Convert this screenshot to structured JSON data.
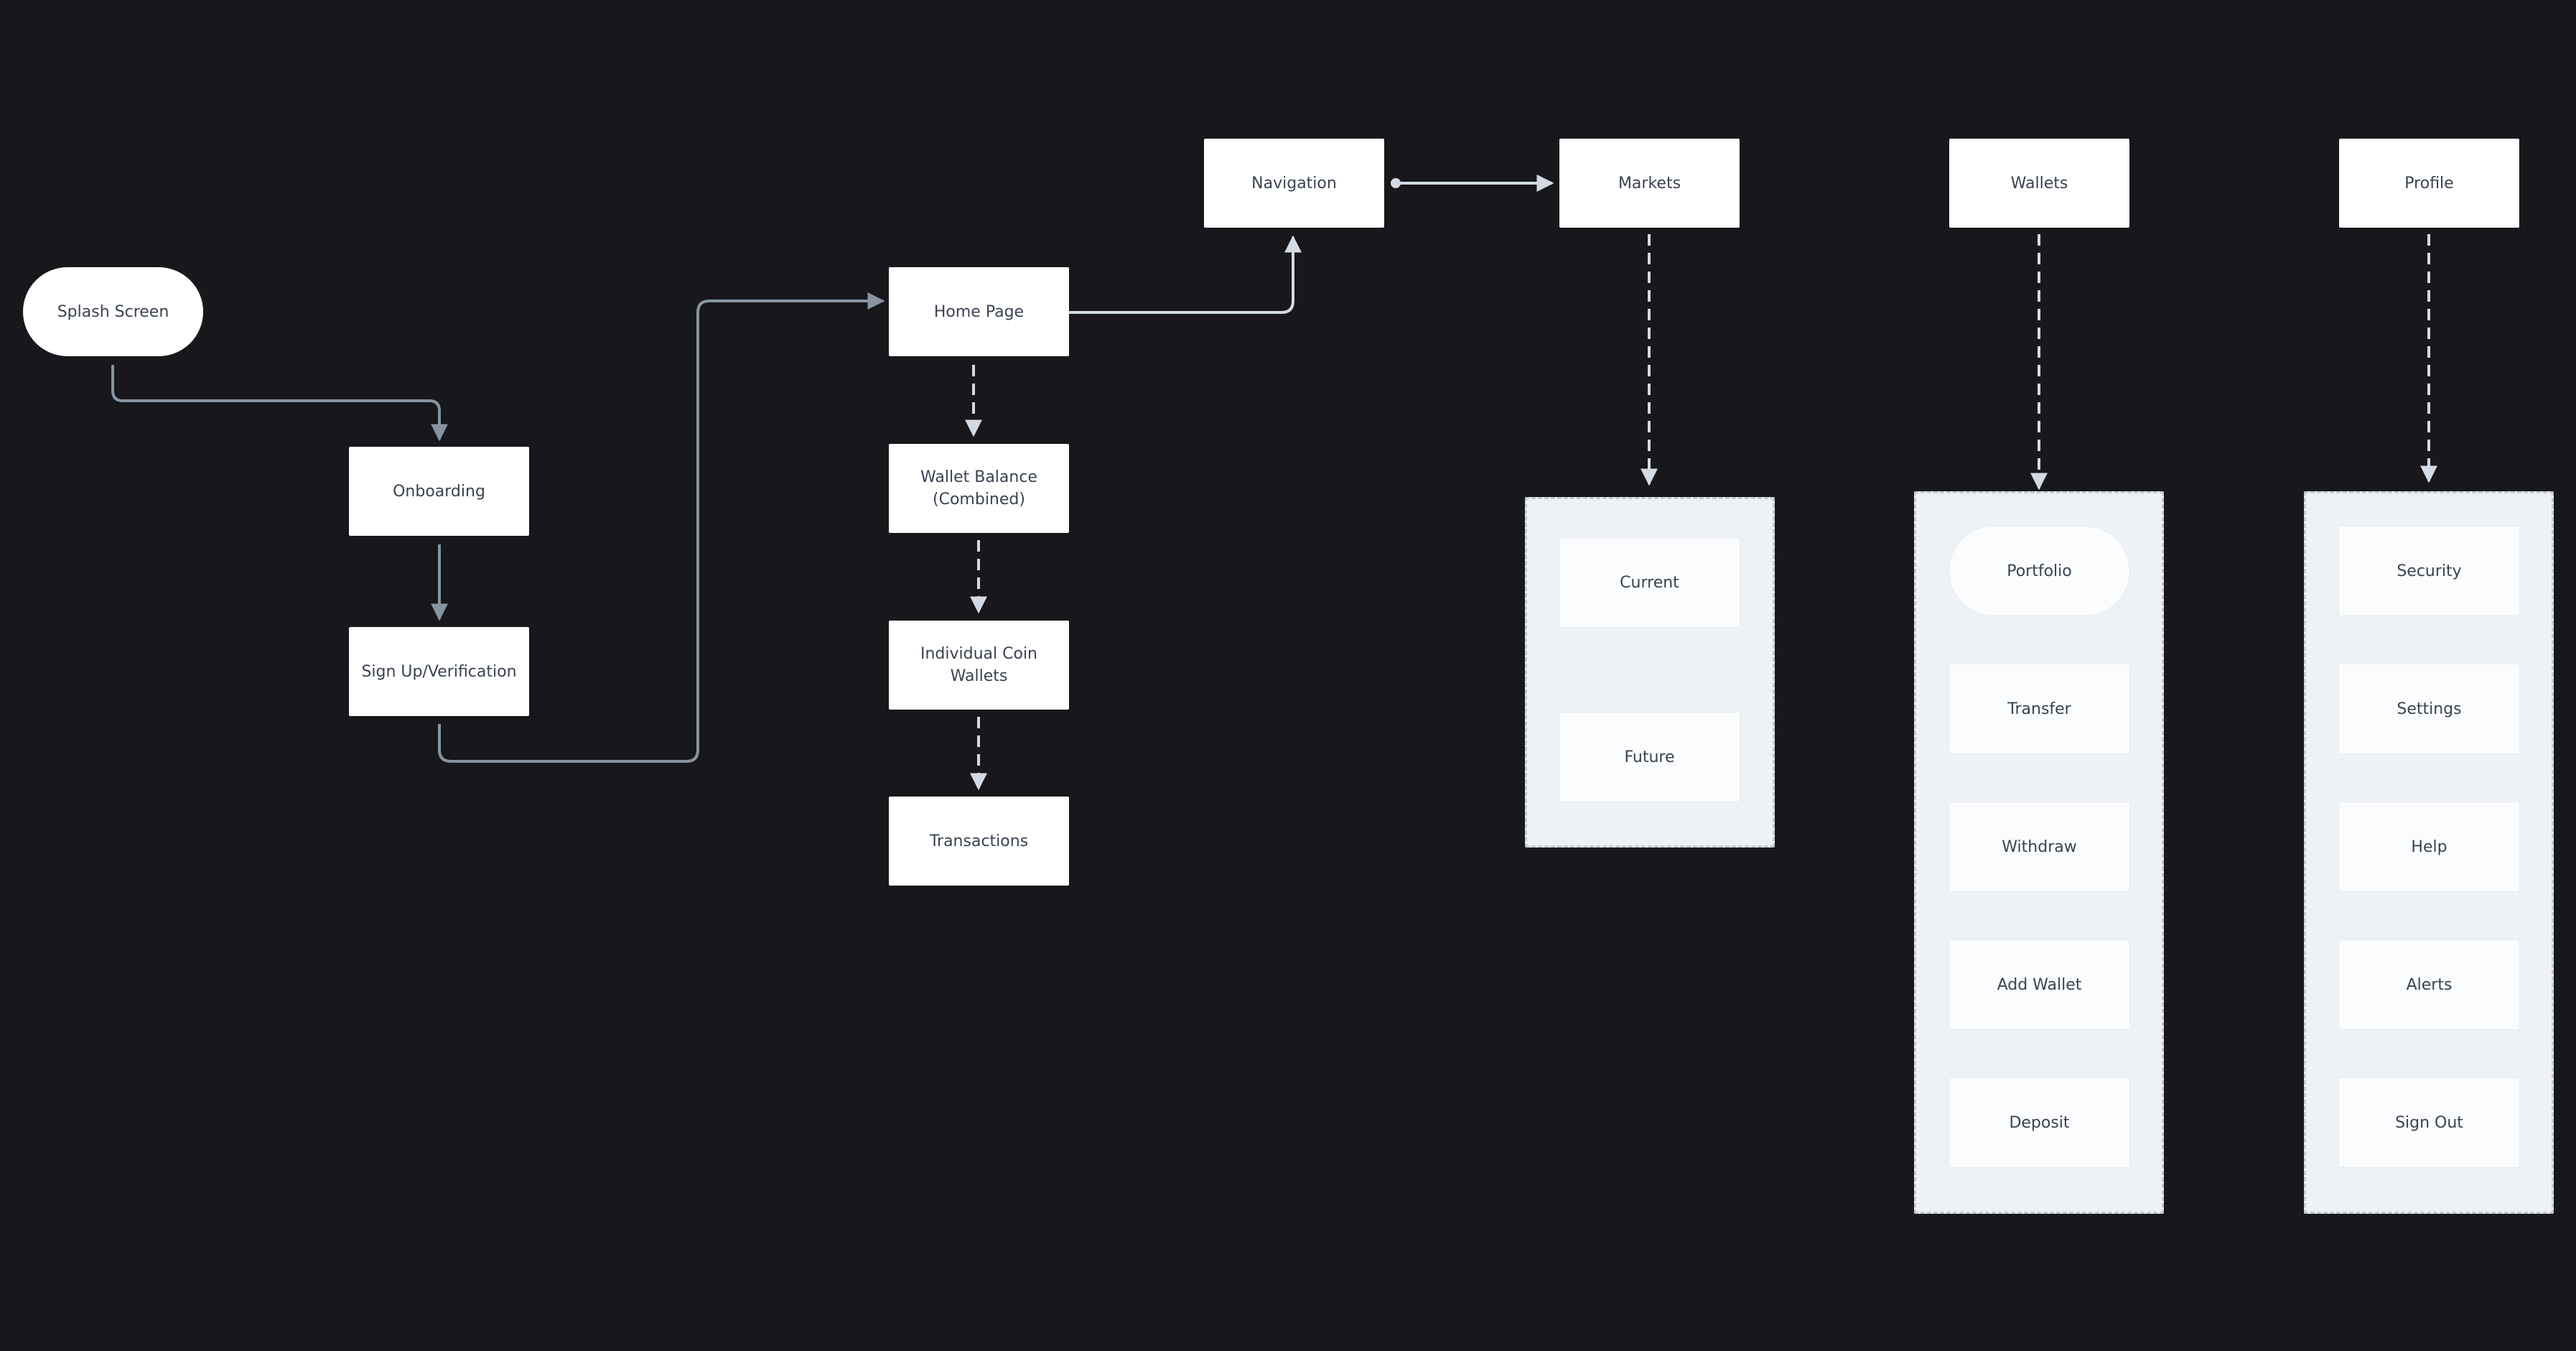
{
  "colors": {
    "background": "#17171c",
    "node_fill": "#ffffff",
    "node_text": "#3a4352",
    "group_fill": "#eff2f5",
    "group_border": "#c3cad3",
    "edge_primary": "#8793a1",
    "edge_light": "#d3dae3",
    "edge_faint": "#c5ccd5"
  },
  "nodes": {
    "splash": "Splash Screen",
    "onboarding": "Onboarding",
    "signup": "Sign Up/Verification",
    "home": "Home Page",
    "wallet_balance": "Wallet Balance\n(Combined)",
    "coin_wallets": "Individual Coin\nWallets",
    "transactions": "Transactions",
    "navigation": "Navigation",
    "markets": "Markets",
    "wallets": "Wallets",
    "profile": "Profile"
  },
  "markets_group": {
    "items": [
      "Current",
      "Future"
    ]
  },
  "wallets_group": {
    "items": [
      "Portfolio",
      "Transfer",
      "Withdraw",
      "Add Wallet",
      "Deposit"
    ]
  },
  "profile_group": {
    "items": [
      "Security",
      "Settings",
      "Help",
      "Alerts",
      "Sign Out"
    ]
  }
}
